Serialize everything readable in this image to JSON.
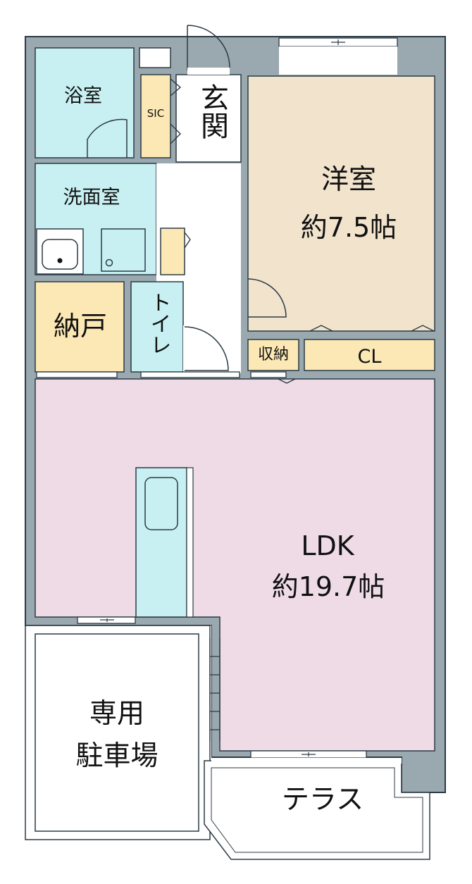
{
  "colors": {
    "wall": "#9aa8b0",
    "wall_edge": "#2b3a44",
    "bath": "#c8f0f2",
    "storage": "#fbe8b4",
    "bedroom": "#f1e3cc",
    "ldk": "#eedbe5",
    "outdoor": "#ffffff",
    "hall": "#ffffff"
  },
  "rooms": {
    "bath": {
      "name": "浴室"
    },
    "sic": {
      "name": "SIC"
    },
    "entrance": {
      "name": "玄関"
    },
    "washroom": {
      "name": "洗面室"
    },
    "western": {
      "name": "洋室",
      "area": "約7.5帖"
    },
    "closet_small": {
      "name": "収納"
    },
    "closet": {
      "name": "CL"
    },
    "storeroom": {
      "name": "納戸"
    },
    "toilet": {
      "name": "トイレ"
    },
    "ldk": {
      "name": "LDK",
      "area": "約19.7帖"
    },
    "parking": {
      "line1": "専用",
      "line2": "駐車場"
    },
    "terrace": {
      "name": "テラス"
    }
  }
}
